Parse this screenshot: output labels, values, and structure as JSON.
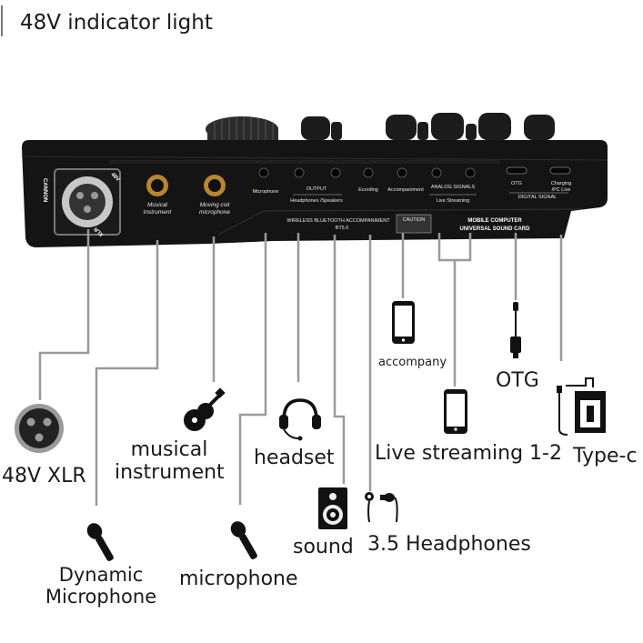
{
  "header": {
    "title": "48V indicator light"
  },
  "panel": {
    "xlr_brand": "CANNON",
    "xlr_tag": "XLR",
    "xlr_48v": "48V",
    "musical_instrument": "Musical Instrument",
    "moving_coil": "Moving coil microphone",
    "microphone": "Microphone",
    "output": "OUTPUT",
    "headphones_speakers": "Headphones /Speakers",
    "recording": "Ecording",
    "accompaniment": "Accompaniment",
    "analog_signals": "ANALOG SIGNALS",
    "live_streaming": "Live Streaming",
    "otg": "OTG",
    "charging": "Charging /PC Live",
    "digital_signal": "DIGITAL SIGNAL",
    "wireless": "WIRELESS BLUETOOTH ACCOMPANIMENT",
    "bt_version": "BT5.0",
    "caution": "CAUTION",
    "mobile_computer": "MOBILE COMPUTER",
    "universal_sound_card": "UNIVERSAL SOUND CARD"
  },
  "labels": {
    "xlr": "48V XLR",
    "dynamic_line1": "Dynamic",
    "dynamic_line2": "Microphone",
    "musical_line1": "musical",
    "musical_line2": "instrument",
    "microphone": "microphone",
    "headset": "headset",
    "sound": "sound",
    "headphones35": "3.5 Headphones",
    "accompany": "accompany",
    "live_streaming": "Live streaming 1-2",
    "otg": "OTG",
    "typec": "Type-c"
  },
  "colors": {
    "line": "#999999",
    "panel": "#141414",
    "text": "#1a1a1a"
  },
  "icons": [
    "xlr-connector-icon",
    "microphone-icon",
    "guitar-icon",
    "headset-icon",
    "speaker-icon",
    "earphones-icon",
    "phone-icon",
    "otg-cable-icon",
    "typec-charger-icon"
  ]
}
